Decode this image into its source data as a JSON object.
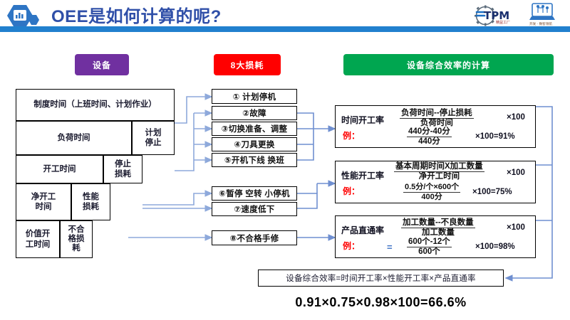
{
  "header": {
    "title": "OEE是如何计算的呢?",
    "logo_left": "oee-hexagon-chart-logo",
    "logo_tpm": "E-TPM",
    "logo_tpm_sub": "精益工厂",
    "logo_right": "laptop-network-logo",
    "logo_right_sub": "开发 · 数智领航",
    "bar_color": "#2180ce",
    "title_color": "#2f4fa8"
  },
  "columns": [
    {
      "label": "设备",
      "color": "#7030a0"
    },
    {
      "label": "8大损耗",
      "color": "#ff0000"
    },
    {
      "label": "设备综合效率的计算",
      "color": "#00a650"
    }
  ],
  "time_table": {
    "rows": [
      {
        "cells": [
          {
            "label": "制度时间（上班时间、计划作业）"
          }
        ]
      },
      {
        "cells": [
          {
            "label": "负荷时间"
          },
          {
            "label": "计划\n停止"
          }
        ]
      },
      {
        "cells": [
          {
            "label": "开工时间"
          },
          {
            "label": "停止\n损耗"
          }
        ]
      },
      {
        "cells": [
          {
            "label": "净开工\n时间"
          },
          {
            "label": "性能\n损耗"
          }
        ]
      },
      {
        "cells": [
          {
            "label": "价值开\n工时间"
          },
          {
            "label": "不合\n格损\n耗"
          }
        ]
      }
    ]
  },
  "losses": [
    {
      "num": "①",
      "label": "① 计划停机"
    },
    {
      "num": "②",
      "label": "②故障"
    },
    {
      "num": "③",
      "label": "③切换准备、调整"
    },
    {
      "num": "④",
      "label": "④刀具更换"
    },
    {
      "num": "⑤",
      "label": "⑤开机下线 换班"
    },
    {
      "num": "⑥",
      "label": "⑥暂停 空转 小停机"
    },
    {
      "num": "⑦",
      "label": "⑦速度低下"
    },
    {
      "num": "⑧",
      "label": "⑧不合格手修"
    }
  ],
  "formulas": [
    {
      "name": "时间开工率",
      "example_label": "例：",
      "equals": "",
      "formula_num": "负荷时间--停止损耗",
      "formula_den": "负荷时间",
      "formula_mult": "×100",
      "example_num": "440分-40分",
      "example_den": "440分",
      "example_mult": "×100=91%"
    },
    {
      "name": "性能开工率",
      "example_label": "例：",
      "equals": "",
      "formula_num": "基本周期时间X加工数量",
      "formula_den": "净开工时间",
      "formula_mult": "×100",
      "example_num": "0.5分/个×600个",
      "example_den": "400分",
      "example_mult": "×100=75%"
    },
    {
      "name": "产品直通率",
      "example_label": "例：",
      "equals": "=",
      "formula_num": "加工数量--不良数量",
      "formula_den": "加工数量",
      "formula_mult": "×100",
      "example_num": "600个-12个",
      "example_den": "600个",
      "example_mult": "×100=98%"
    }
  ],
  "summary": {
    "equation": "设备综合效率=时间开工率×性能开工率×产品直通率",
    "result": "0.91×0.75×0.98×100=66.6%"
  },
  "colors": {
    "connector": "#8ea9db",
    "connector_dark": "#4472c4",
    "border": "#000000"
  }
}
